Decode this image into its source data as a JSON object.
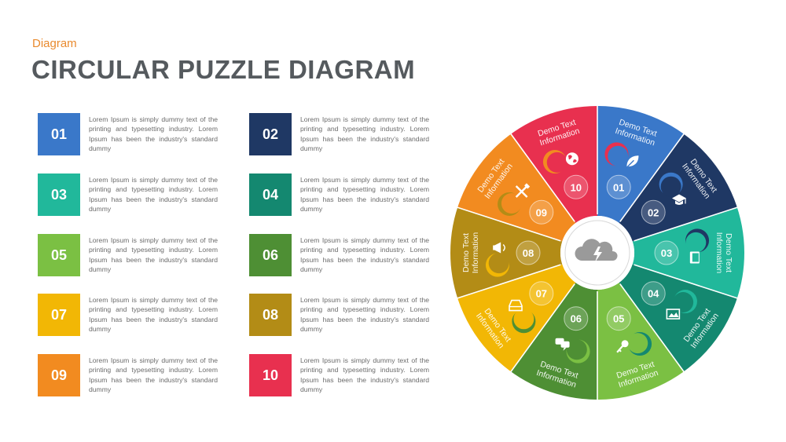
{
  "header": {
    "subtitle": "Diagram",
    "title": "CIRCULAR  PUZZLE DIAGRAM"
  },
  "items": [
    {
      "num": "01",
      "color": "#3a78c9",
      "text": "Lorem Ipsum is simply dummy text of the printing and typesetting industry. Lorem Ipsum has been the industry's standard dummy"
    },
    {
      "num": "02",
      "color": "#1f3864",
      "text": "Lorem Ipsum is simply dummy text of the printing and typesetting industry. Lorem Ipsum has been the industry's standard dummy"
    },
    {
      "num": "03",
      "color": "#21b89b",
      "text": "Lorem Ipsum is simply dummy text of the printing and typesetting industry. Lorem Ipsum has been the industry's standard dummy"
    },
    {
      "num": "04",
      "color": "#148870",
      "text": "Lorem Ipsum is simply dummy text of the printing and typesetting industry. Lorem Ipsum has been the industry's standard dummy"
    },
    {
      "num": "05",
      "color": "#7bc043",
      "text": "Lorem Ipsum is simply dummy text of the printing and typesetting industry. Lorem Ipsum has been the industry's standard dummy"
    },
    {
      "num": "06",
      "color": "#4e8f34",
      "text": "Lorem Ipsum is simply dummy text of the printing and typesetting industry. Lorem Ipsum has been the industry's standard dummy"
    },
    {
      "num": "07",
      "color": "#f2b705",
      "text": "Lorem Ipsum is simply dummy text of the printing and typesetting industry. Lorem Ipsum has been the industry's standard dummy"
    },
    {
      "num": "08",
      "color": "#b38c16",
      "text": "Lorem Ipsum is simply dummy text of the printing and typesetting industry. Lorem Ipsum has been the industry's standard dummy"
    },
    {
      "num": "09",
      "color": "#f28b20",
      "text": "Lorem Ipsum is simply dummy text of the printing and typesetting industry. Lorem Ipsum has been the industry's standard dummy"
    },
    {
      "num": "10",
      "color": "#e8304f",
      "text": "Lorem Ipsum is simply dummy text of the printing and typesetting industry. Lorem Ipsum has been the industry's standard dummy"
    }
  ],
  "wheel": {
    "center_icon": "cloud-lightning-icon",
    "segments": [
      {
        "num": "01",
        "color": "#3a78c9",
        "label_line1": "Demo Text",
        "label_line2": "Information",
        "icon": "leaf-icon"
      },
      {
        "num": "02",
        "color": "#1f3864",
        "label_line1": "Demo Text",
        "label_line2": "Information",
        "icon": "graduation-cap-icon"
      },
      {
        "num": "03",
        "color": "#21b89b",
        "label_line1": "Demo Text",
        "label_line2": "Information",
        "icon": "book-icon"
      },
      {
        "num": "04",
        "color": "#148870",
        "label_line1": "Demo Text",
        "label_line2": "Information",
        "icon": "image-icon"
      },
      {
        "num": "05",
        "color": "#7bc043",
        "label_line1": "Demo Text",
        "label_line2": "Information",
        "icon": "key-icon"
      },
      {
        "num": "06",
        "color": "#4e8f34",
        "label_line1": "Demo Text",
        "label_line2": "Information",
        "icon": "chat-icon"
      },
      {
        "num": "07",
        "color": "#f2b705",
        "label_line1": "Demo Text",
        "label_line2": "Information",
        "icon": "inbox-icon"
      },
      {
        "num": "08",
        "color": "#b38c16",
        "label_line1": "Demo Text",
        "label_line2": "Information",
        "icon": "megaphone-icon"
      },
      {
        "num": "09",
        "color": "#f28b20",
        "label_line1": "Demo Text",
        "label_line2": "Information",
        "icon": "tools-icon"
      },
      {
        "num": "10",
        "color": "#e8304f",
        "label_line1": "Demo Text",
        "label_line2": "Information",
        "icon": "globe-icon"
      }
    ]
  }
}
